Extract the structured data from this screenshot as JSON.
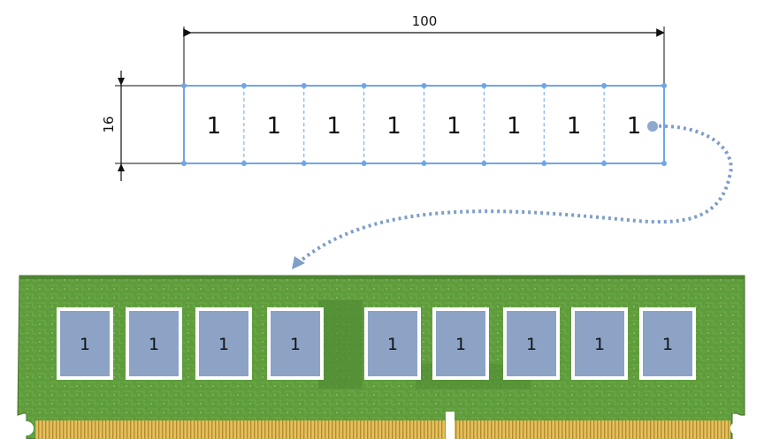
{
  "diagram": {
    "width_label": "100",
    "height_label": "16",
    "cells": [
      "1",
      "1",
      "1",
      "1",
      "1",
      "1",
      "1",
      "1"
    ],
    "chips": [
      "1",
      "1",
      "1",
      "1",
      "1",
      "1",
      "1",
      "1",
      "1"
    ],
    "colors": {
      "grid_line": "#6fa6e8",
      "grid_node": "#6fa6e8",
      "arrow": "#7f9ec8",
      "chip_fill": "#8ca3c6",
      "chip_border": "#ffffff",
      "pcb": "#5e9a3a",
      "gold_contacts": "#c9a646"
    }
  }
}
